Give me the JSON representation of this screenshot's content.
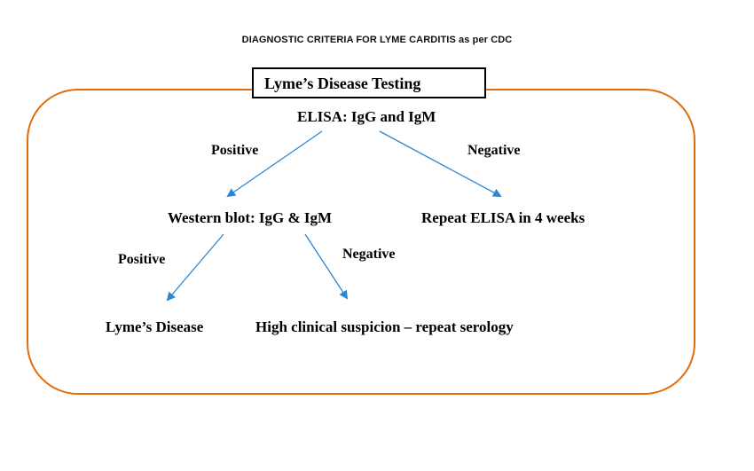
{
  "title": "DIAGNOSTIC CRITERIA FOR LYME CARDITIS as per CDC",
  "header": "Lyme’s Disease Testing",
  "nodes": {
    "elisa": "ELISA: IgG and IgM",
    "western_blot": "Western blot: IgG & IgM",
    "repeat_elisa": "Repeat ELISA in 4 weeks",
    "lymes_disease": "Lyme’s Disease",
    "high_suspicion": "High clinical suspicion – repeat serology"
  },
  "edge_labels": {
    "elisa_positive": "Positive",
    "elisa_negative": "Negative",
    "wb_positive": "Positive",
    "wb_negative": "Negative"
  },
  "colors": {
    "frame": "#E36C0A",
    "arrow": "#2E86D1"
  }
}
